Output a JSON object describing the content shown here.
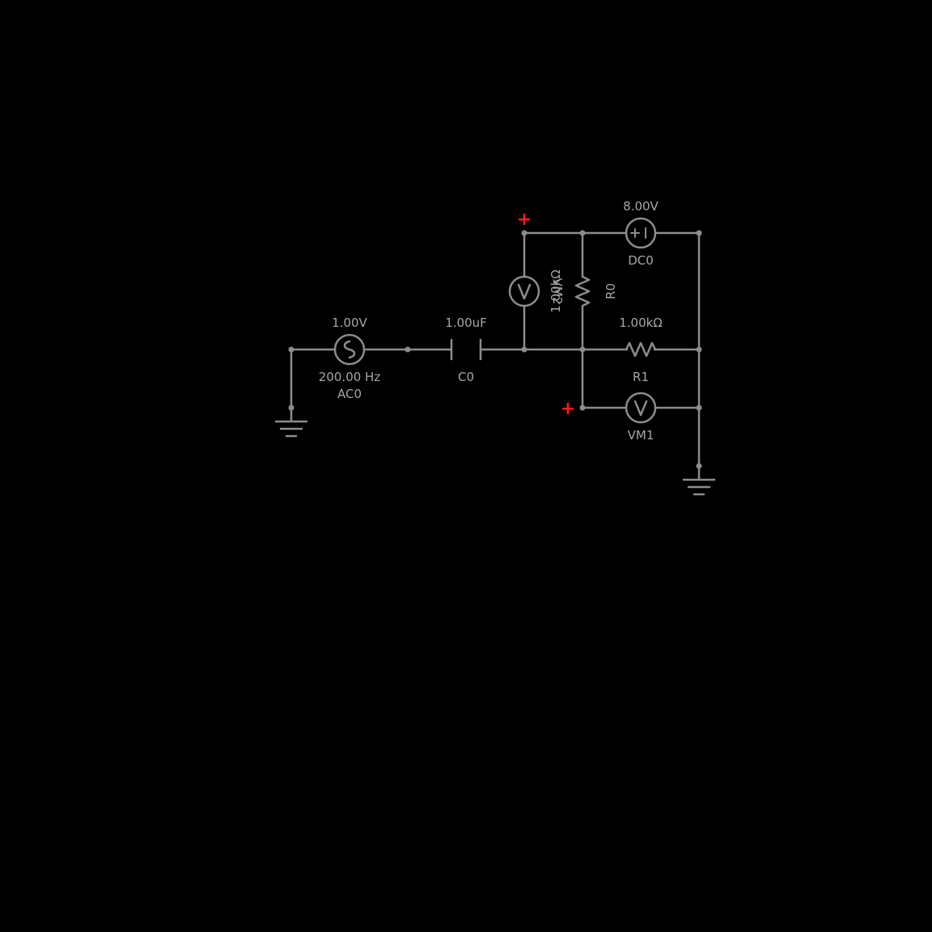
{
  "colors": {
    "background": "#000000",
    "wire": "#8c8c8c",
    "label": "#a6a6a6",
    "polarity": "#ff1a1a"
  },
  "components": {
    "ac_source": {
      "name": "AC0",
      "voltage": "1.00V",
      "frequency": "200.00 Hz",
      "icon": "sine-source-icon"
    },
    "capacitor": {
      "name": "C0",
      "value": "1.00uF",
      "icon": "capacitor-icon"
    },
    "dc_source": {
      "name": "DC0",
      "value": "8.00V",
      "icon": "battery-icon"
    },
    "resistor_r0": {
      "name": "R0",
      "value": "1.00kΩ",
      "icon": "resistor-icon"
    },
    "resistor_r1": {
      "name": "R1",
      "value": "1.00kΩ",
      "icon": "resistor-icon"
    },
    "voltmeter_vm1": {
      "name": "VM1",
      "glyph": "V",
      "polarity": "+",
      "icon": "voltmeter-icon"
    },
    "voltmeter_vm2": {
      "name": "VM2",
      "glyph": "V",
      "polarity": "+",
      "icon": "voltmeter-icon"
    },
    "ground_left": {
      "icon": "ground-icon"
    },
    "ground_right": {
      "icon": "ground-icon"
    }
  }
}
